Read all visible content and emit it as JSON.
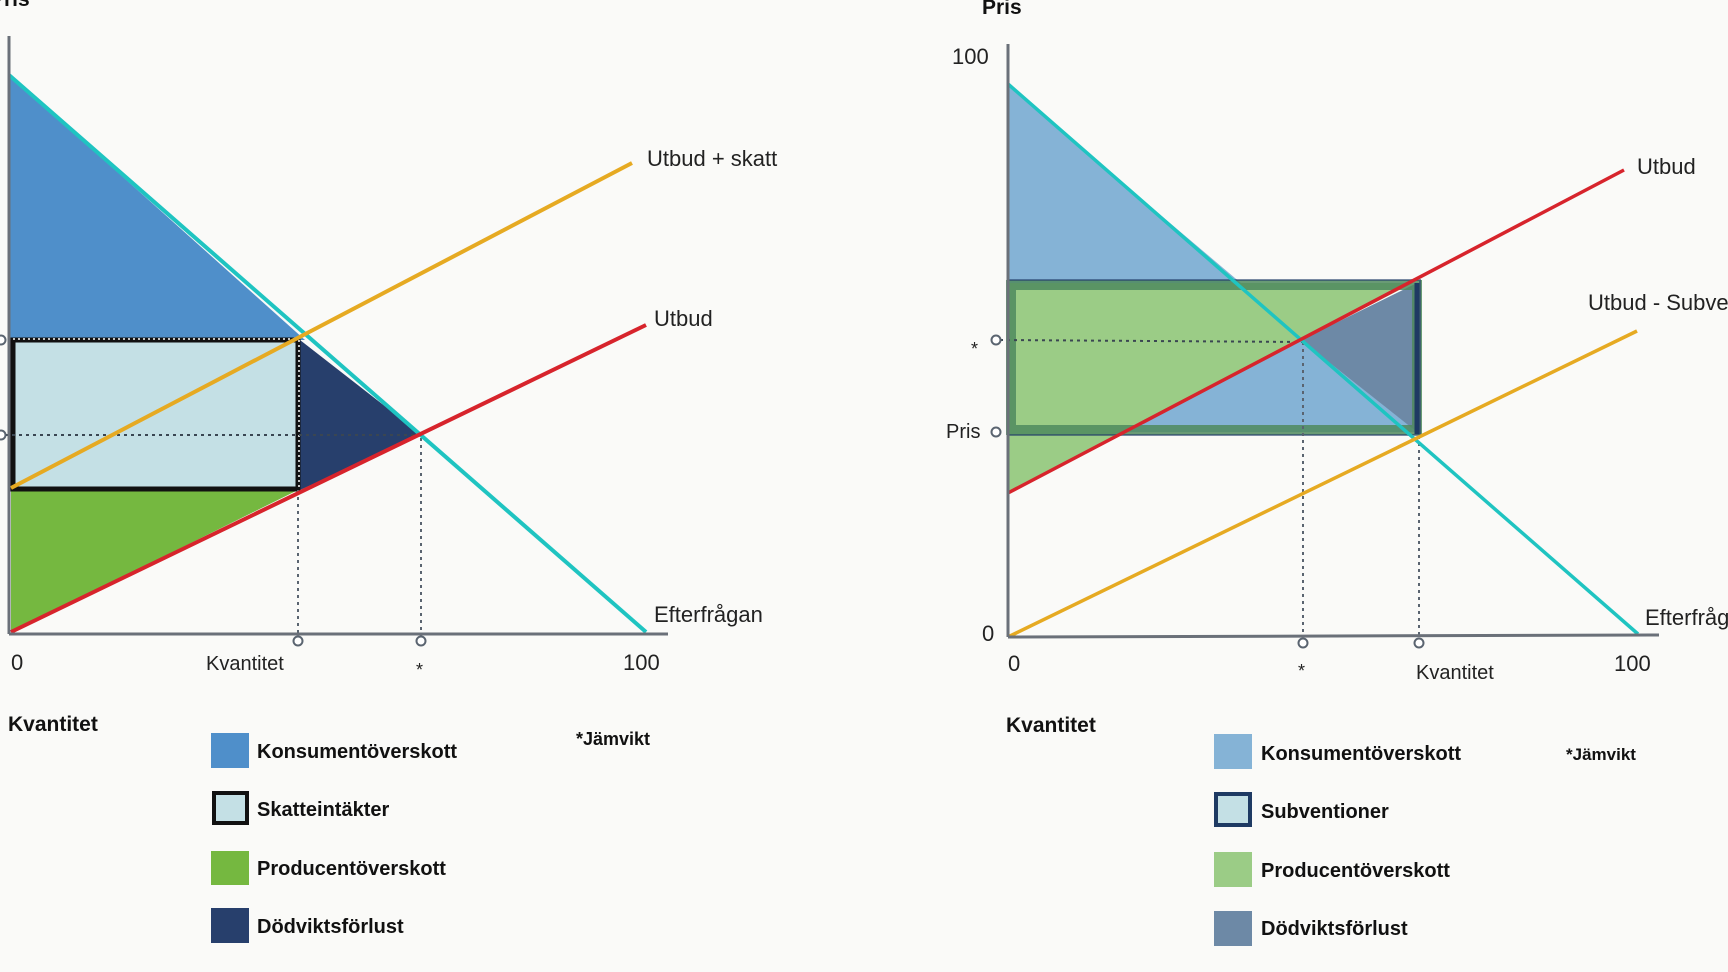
{
  "colors": {
    "demand": "#1fc4c1",
    "supply": "#d7242c",
    "shifted_supply": "#e6aa22",
    "axis": "#6a7079",
    "guide": "#5a6470",
    "background": "#fafaf8"
  },
  "left": {
    "y_axis_title": "Pris",
    "x_axis_title": "Kvantitet",
    "tick_zero": "0",
    "tick_hundred": "100",
    "tick_quantity": "Kvantitet",
    "tick_equilibrium": "*",
    "demand_label": "Efterfrågan",
    "supply_label": "Utbud",
    "shifted_supply_label": "Utbud + skatt",
    "note": "*Jämvikt",
    "legend": [
      {
        "label": "Konsumentöverskott",
        "color": "#4f8fca",
        "border": "none"
      },
      {
        "label": "Skatteintäkter",
        "color": "#c4e0e5",
        "border": "#111111"
      },
      {
        "label": "Producentöverskott",
        "color": "#75b840",
        "border": "none"
      },
      {
        "label": "Dödviktsförlust",
        "color": "#273f6c",
        "border": "none"
      }
    ]
  },
  "right": {
    "y_axis_title": "Pris",
    "x_axis_title": "Kvantitet",
    "tick_y_top": "100",
    "tick_y_zero": "0",
    "tick_x_zero": "0",
    "tick_x_hundred": "100",
    "tick_y_equilibrium": "*",
    "tick_y_price": "Pris",
    "tick_x_equilibrium": "*",
    "tick_x_quantity": "Kvantitet",
    "demand_label": "Efterfrågan",
    "supply_label": "Utbud",
    "shifted_supply_label": "Utbud  - Subvention",
    "note": "*Jämvikt",
    "legend": [
      {
        "label": "Konsumentöverskott",
        "color": "#85b3d6",
        "border": "none"
      },
      {
        "label": "Subventioner",
        "color": "#c4e0e5",
        "border": "#1e3a63"
      },
      {
        "label": "Producentöverskott",
        "color": "#9bcc86",
        "border": "none"
      },
      {
        "label": "Dödviktsförlust",
        "color": "#6d89a6",
        "border": "none"
      }
    ]
  }
}
